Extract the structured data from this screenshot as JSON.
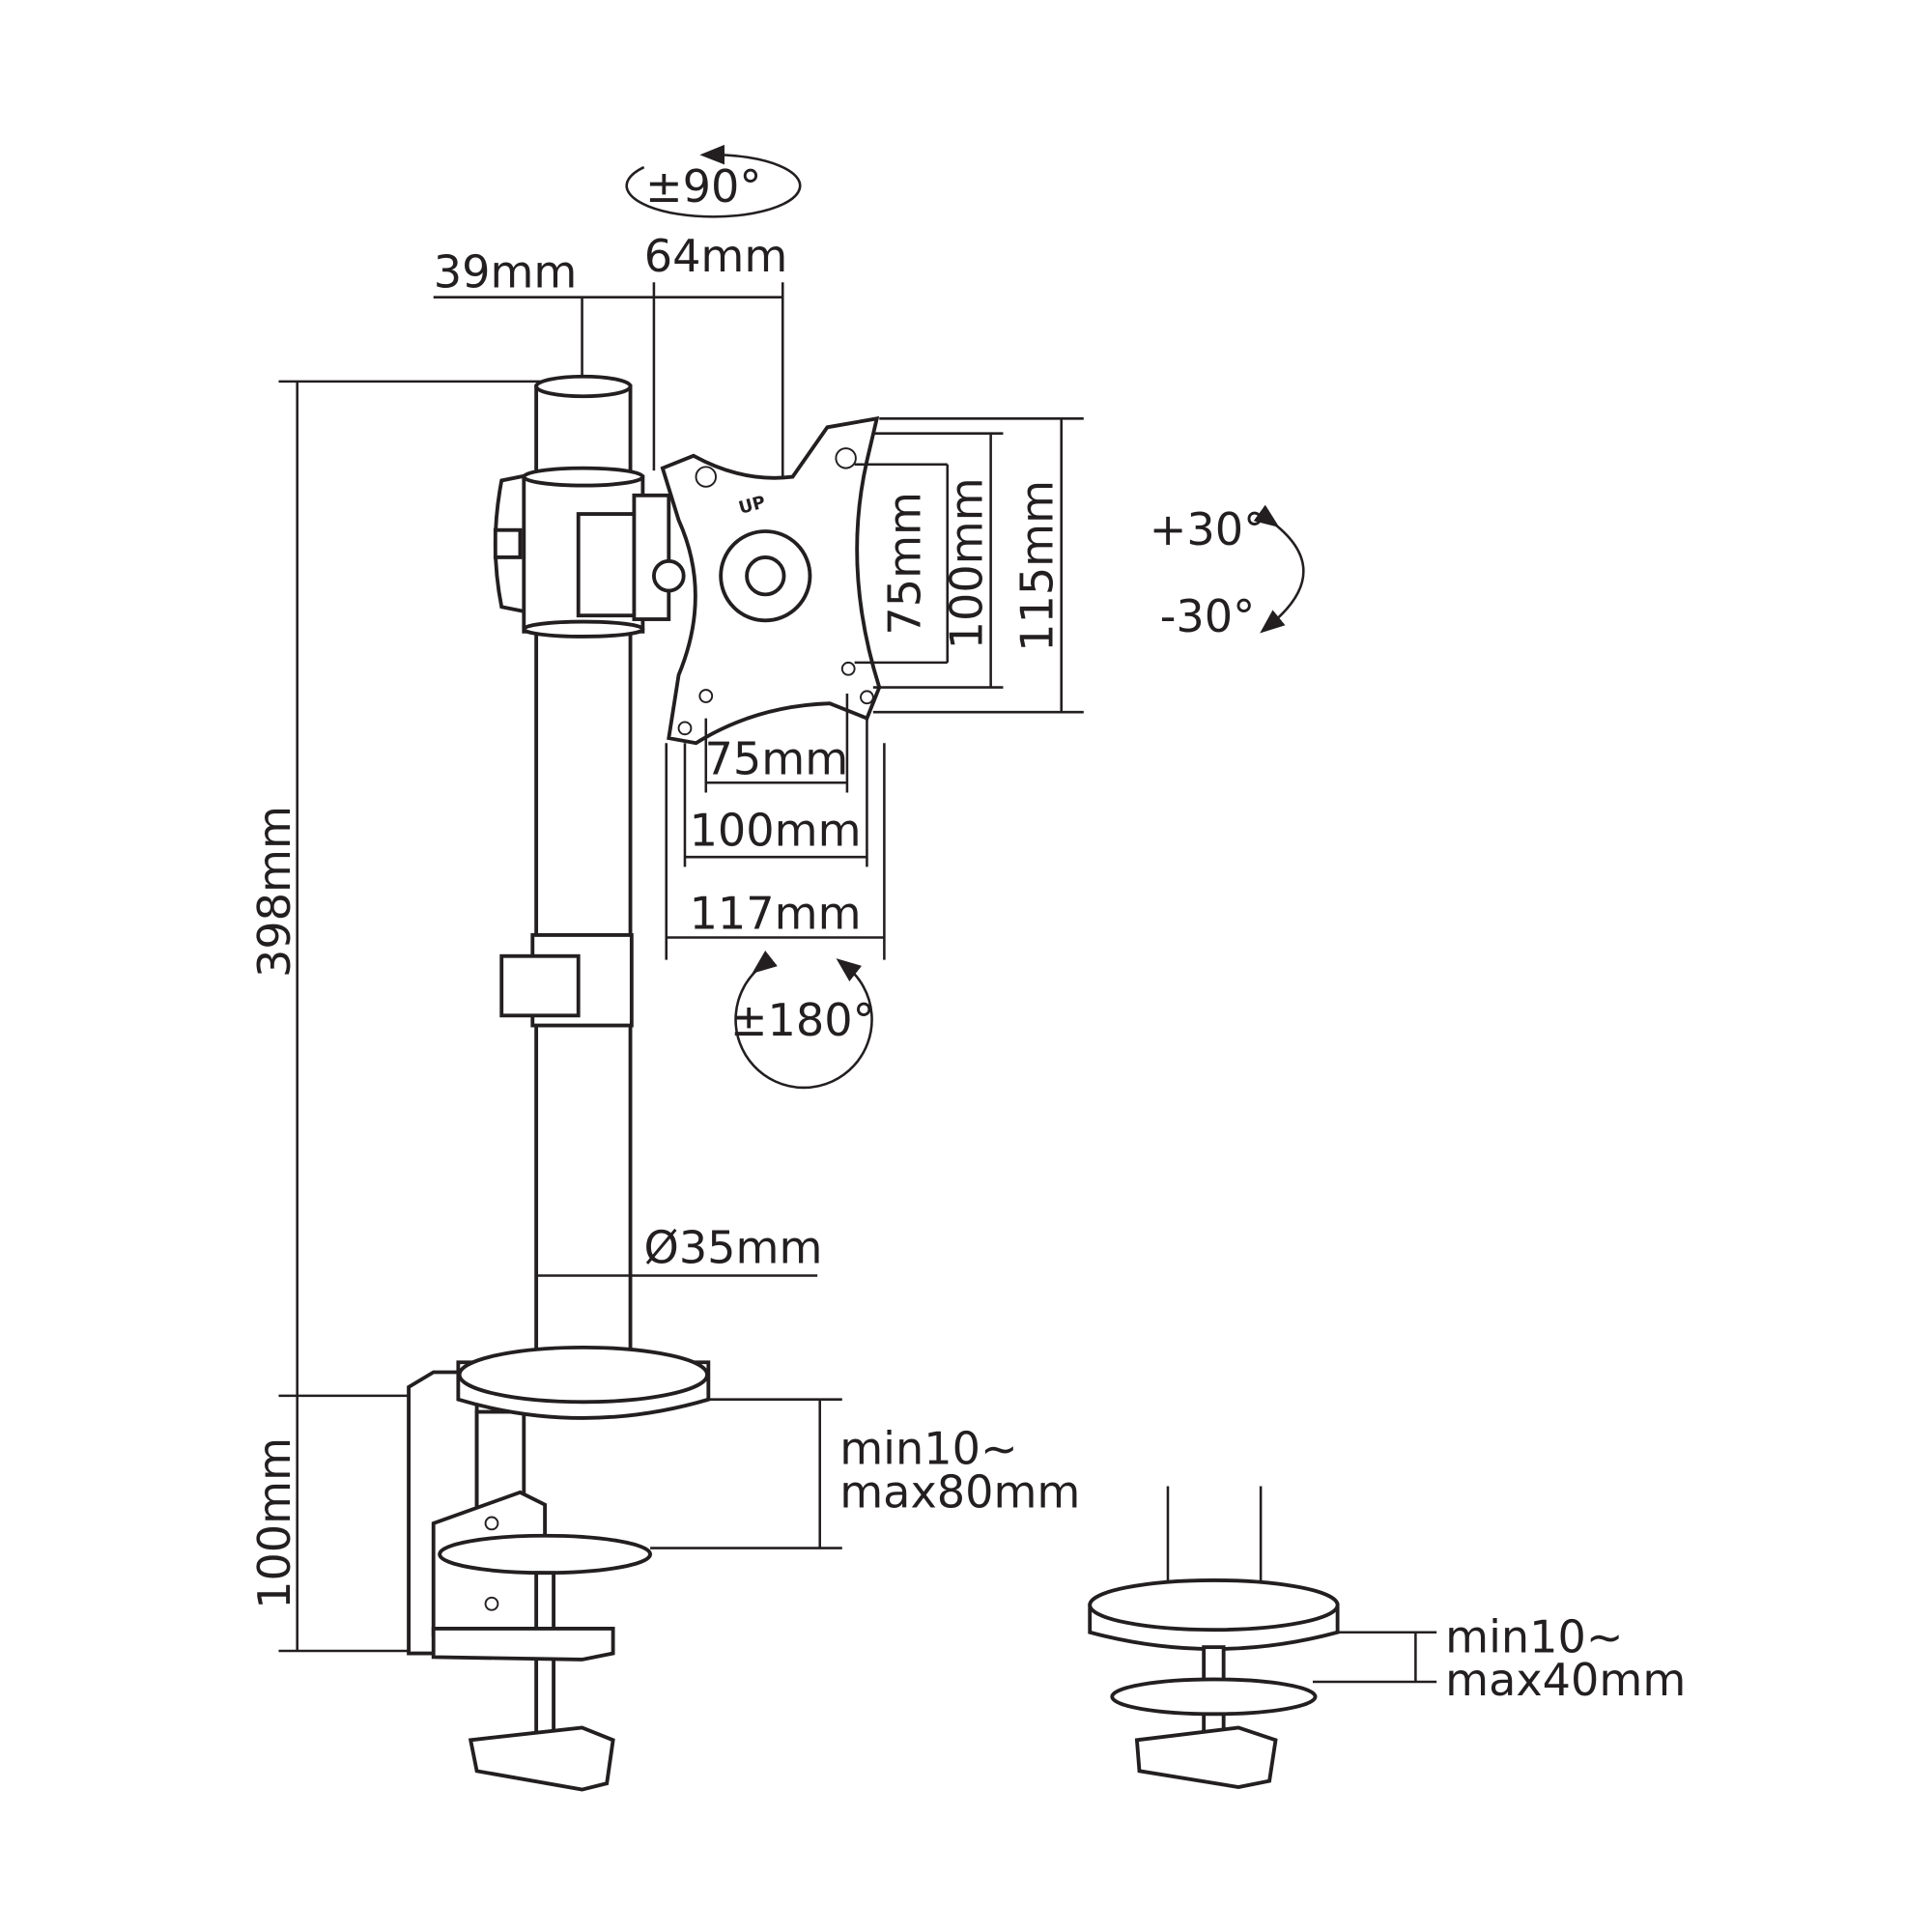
{
  "title": "Monitor desk mount dimension drawing",
  "rotation": {
    "swivel": "±90°",
    "rotate": "±180°",
    "tilt_up": "+30°",
    "tilt_down": "-30°"
  },
  "dimensions": {
    "arm_offset": "39mm",
    "arm_depth": "64mm",
    "pole_height": "398mm",
    "clamp_height": "100mm",
    "pole_diameter": "Ø35mm",
    "vesa_v_small": "75mm",
    "vesa_v_large": "100mm",
    "plate_height": "115mm",
    "vesa_h_small": "75mm",
    "vesa_h_large": "100mm",
    "plate_width": "117mm",
    "plate_label": "UP"
  },
  "clamp": {
    "line1": "min10~",
    "line2": "max80mm"
  },
  "grommet": {
    "line1": "min10~",
    "line2": "max40mm"
  },
  "colors": {
    "ink": "#231f20",
    "background": "#ffffff"
  }
}
